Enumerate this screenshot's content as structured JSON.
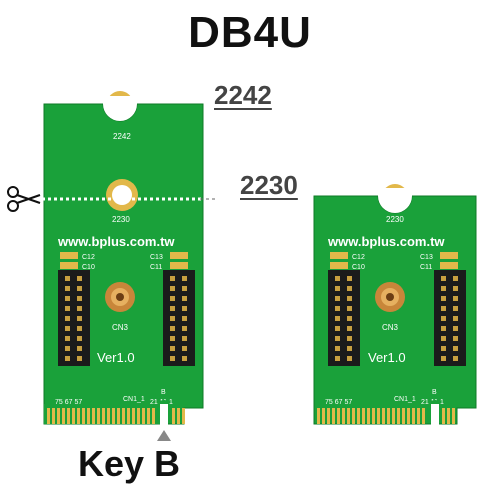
{
  "title": "DB4U",
  "length_labels": {
    "long": "2242",
    "short": "2230"
  },
  "key_label": "Key B",
  "board": {
    "url": "www.bplus.com.tw",
    "version": "Ver1.0",
    "connector": "CN3",
    "silk_2242": "2242",
    "silk_2230": "2230",
    "caps_left_top": "C12",
    "caps_left_bottom": "C10",
    "caps_right_top": "C13",
    "caps_right_bottom": "C11",
    "edge_pins_left": "75 67   57",
    "edge_cn": "CN1_1",
    "edge_pins_right": "21  11    1",
    "key_letter": "B"
  },
  "colors": {
    "pcb": "#1aa13a",
    "pcb_dark": "#128a2e",
    "gold": "#e2b84a",
    "header": "#1b1b1b",
    "pin": "#c8a040",
    "brass": "#c8863a"
  }
}
